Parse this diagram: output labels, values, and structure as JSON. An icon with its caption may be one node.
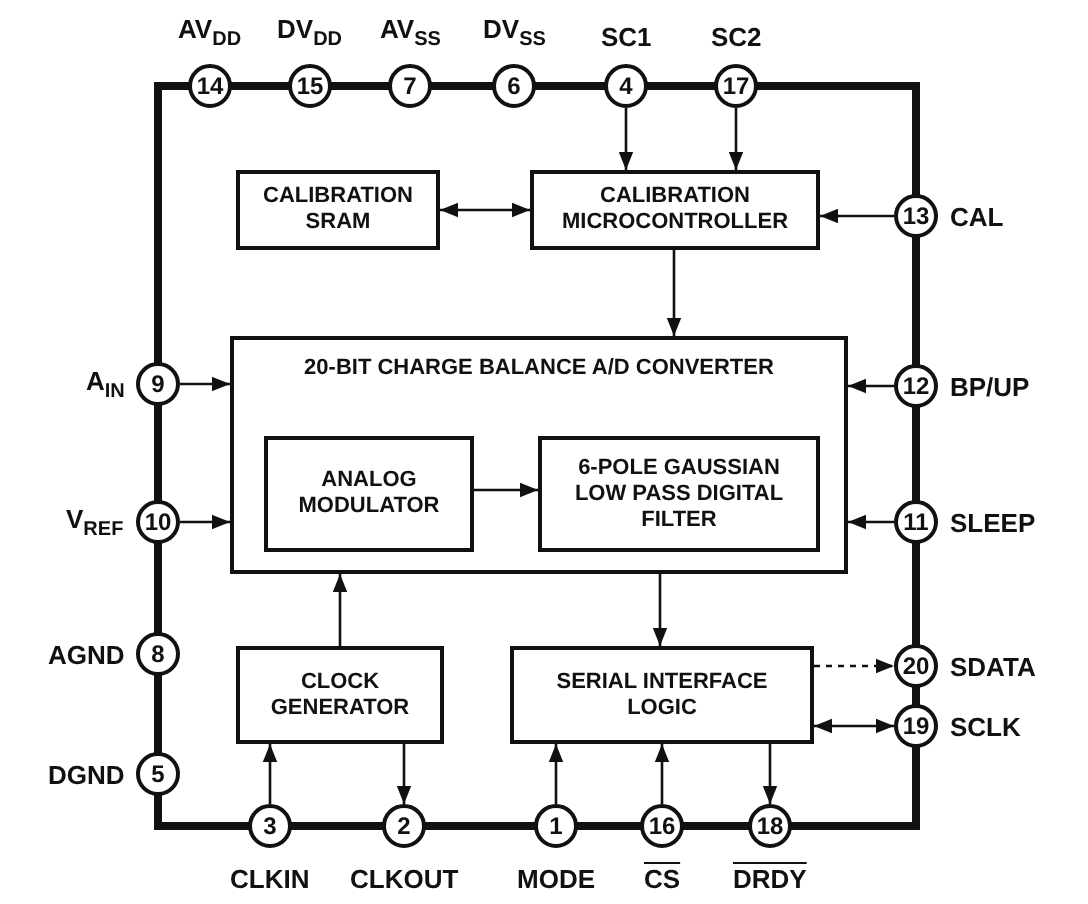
{
  "diagram": {
    "nodes": [
      {
        "text": [
          "14"
        ],
        "beside": [
          "AV$_{DD}$"
        ]
      },
      {
        "text": [
          "15"
        ],
        "beside": [
          "DV$_{DD}$"
        ]
      },
      {
        "text": [
          "7"
        ],
        "beside": [
          "AV$_{SS}$"
        ]
      },
      {
        "text": [
          "6"
        ],
        "beside": [
          "DV$_{SS}$"
        ]
      },
      {
        "text": [
          "4"
        ],
        "beside": [
          "SC1"
        ]
      },
      {
        "text": [
          "17"
        ],
        "beside": [
          "SC2"
        ]
      },
      {
        "text": [
          "CALIBRATION SRAM"
        ]
      },
      {
        "text": [
          "CALIBRATION MICROCONTROLLER"
        ]
      },
      {
        "text": [
          "13"
        ],
        "beside": [
          "CAL"
        ]
      },
      {
        "text": [
          "20-BIT CHARGE BALANCE A/D CONVERTER"
        ]
      },
      {
        "text": [
          "ANALOG MODULATOR"
        ],
        "in": 9
      },
      {
        "text": [
          "6-POLE GAUSSIAN LOW PASS DIGITAL FILTER"
        ],
        "in": 9
      },
      {
        "text": [
          "9"
        ],
        "beside": [
          "A$_{IN}$"
        ]
      },
      {
        "text": [
          "12"
        ],
        "beside": [
          "BP/UP"
        ]
      },
      {
        "text": [
          "10"
        ],
        "beside": [
          "V$_{REF}$"
        ]
      },
      {
        "text": [
          "11"
        ],
        "beside": [
          "SLEEP"
        ]
      },
      {
        "text": [
          "8"
        ],
        "beside": [
          "AGND"
        ]
      },
      {
        "text": [
          "5"
        ],
        "beside": [
          "DGND"
        ]
      },
      {
        "text": [
          "CLOCK GENERATOR"
        ]
      },
      {
        "text": [
          "SERIAL INTERFACE LOGIC"
        ]
      },
      {
        "text": [
          "20"
        ],
        "beside": [
          "SDATA"
        ]
      },
      {
        "text": [
          "19"
        ],
        "beside": [
          "SCLK"
        ]
      },
      {
        "text": [
          "3"
        ],
        "beside": [
          "CLKIN"
        ]
      },
      {
        "text": [
          "2"
        ],
        "beside": [
          "CLKOUT"
        ]
      },
      {
        "text": [
          "1"
        ],
        "beside": [
          "MODE"
        ]
      },
      {
        "text": [
          "16"
        ],
        "beside": [
          "CS"
        ]
      },
      {
        "text": [
          "18"
        ],
        "beside": [
          "DRDY"
        ]
      }
    ],
    "edges": [
      {
        "from": 4,
        "to": 7,
        "arrow": "to"
      },
      {
        "from": 5,
        "to": 7,
        "arrow": "to"
      },
      {
        "from": 6,
        "to": 7,
        "arrow": "both"
      },
      {
        "from": 8,
        "to": 7,
        "arrow": "to"
      },
      {
        "from": 7,
        "to": 9,
        "arrow": "to"
      },
      {
        "from": 12,
        "to": 9,
        "arrow": "to"
      },
      {
        "from": 14,
        "to": 9,
        "arrow": "to"
      },
      {
        "from": 13,
        "to": 9,
        "arrow": "to"
      },
      {
        "from": 15,
        "to": 9,
        "arrow": "to"
      },
      {
        "from": 10,
        "to": 11,
        "arrow": "to"
      },
      {
        "from": 18,
        "to": 9,
        "arrow": "to"
      },
      {
        "from": 9,
        "to": 19,
        "arrow": "to"
      },
      {
        "from": 19,
        "to": 20,
        "arrow": "to",
        "style": "dashed"
      },
      {
        "from": 19,
        "to": 21,
        "arrow": "both"
      },
      {
        "from": 22,
        "to": 18,
        "arrow": "to"
      },
      {
        "from": 18,
        "to": 23,
        "arrow": "to"
      },
      {
        "from": 24,
        "to": 19,
        "arrow": "to"
      },
      {
        "from": 25,
        "to": 19,
        "arrow": "to"
      },
      {
        "from": 19,
        "to": 26,
        "arrow": "to"
      }
    ]
  }
}
